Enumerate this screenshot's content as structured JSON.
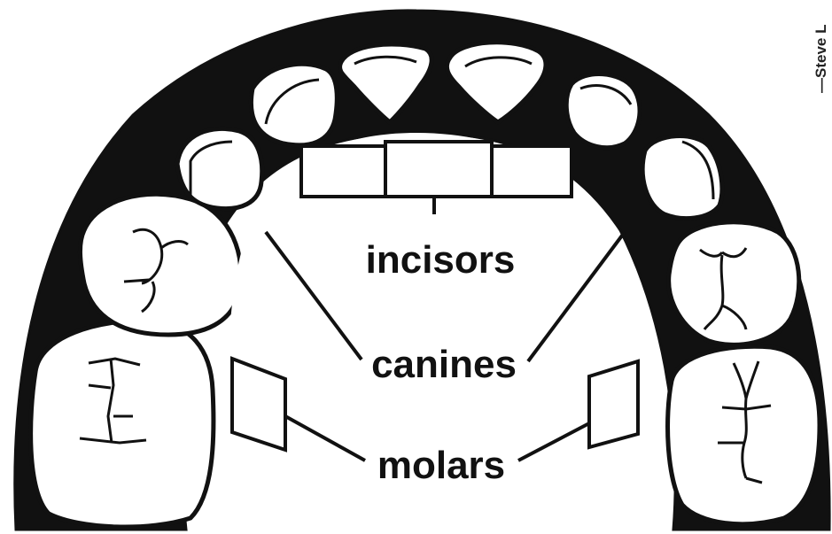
{
  "diagram": {
    "labels": {
      "incisors": "incisors",
      "canines": "canines",
      "molars": "molars"
    },
    "credit": "—Steve L",
    "colors": {
      "ink": "#111111",
      "tooth_fill": "#ffffff",
      "background": "#ffffff"
    }
  }
}
